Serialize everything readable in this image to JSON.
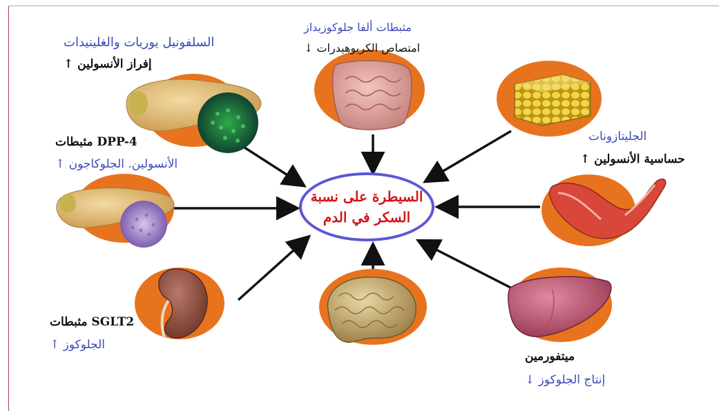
{
  "center": {
    "line1": "السيطرة على نسبة",
    "line2": "السكر في الدم"
  },
  "sulfonylurea": {
    "title": "السلفونيل يوريات والغلينيدات",
    "effect": "إفراز الأنسولين ↑"
  },
  "alpha_glucosidase": {
    "title": "مثبطات ألفا جلوكوزيداز",
    "effect": "امتصاص الكربوهيدرات ↓"
  },
  "dpp4": {
    "title": "DPP-4 مثبطات",
    "effect": "الأنسولين. الجلوكاجون ↑"
  },
  "glitazones": {
    "title": "الجليتازونات",
    "effect": "حساسية الأنسولين ↑"
  },
  "sglt2": {
    "title": "SGLT2 مثبطات",
    "effect": "الجلوكوز ↑"
  },
  "metformin": {
    "title": "ميتفورمين",
    "effect": "إنتاج الجلوكوز ↓"
  },
  "colors": {
    "orange_disc": "#e8731f",
    "arrow": "#111111",
    "label_blue": "#3b49b8",
    "center_red": "#d4141a",
    "oval_border": "#5a57d6"
  }
}
